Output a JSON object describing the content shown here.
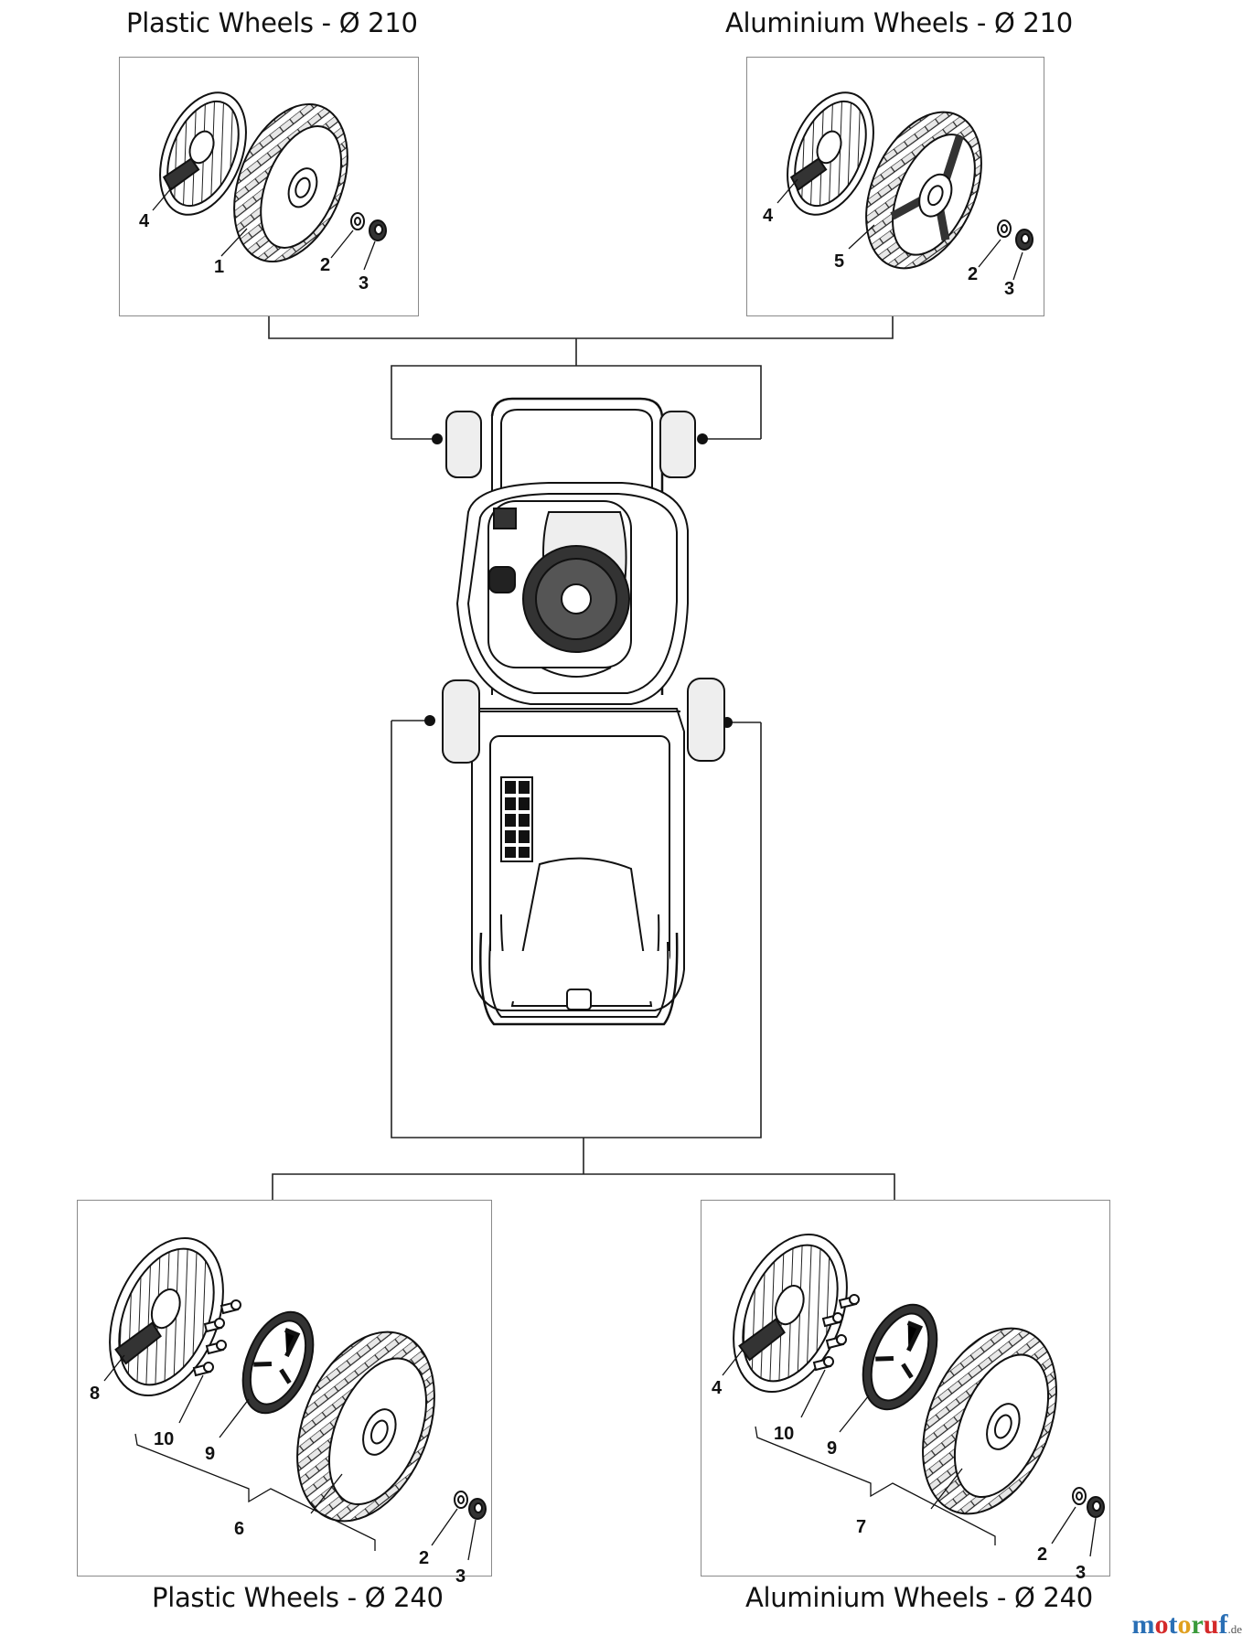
{
  "titles": {
    "top_left": "Plastic Wheels - Ø 210",
    "top_right": "Aluminium Wheels - Ø 210",
    "bottom_left": "Plastic Wheels - Ø 240",
    "bottom_right": "Aluminium Wheels - Ø 240"
  },
  "callouts": {
    "tl": [
      "4",
      "1",
      "2",
      "3"
    ],
    "tr": [
      "4",
      "5",
      "2",
      "3"
    ],
    "bl": [
      "8",
      "10",
      "9",
      "2",
      "3",
      "6"
    ],
    "br": [
      "4",
      "10",
      "9",
      "2",
      "3",
      "7"
    ]
  },
  "watermark": {
    "brand_colors": [
      "#2a6fb5",
      "#d42a2a",
      "#2a6fb5",
      "#e0a020",
      "#3a9a3a",
      "#d42a2a"
    ],
    "text": "motoruf",
    "tld": ".de"
  }
}
